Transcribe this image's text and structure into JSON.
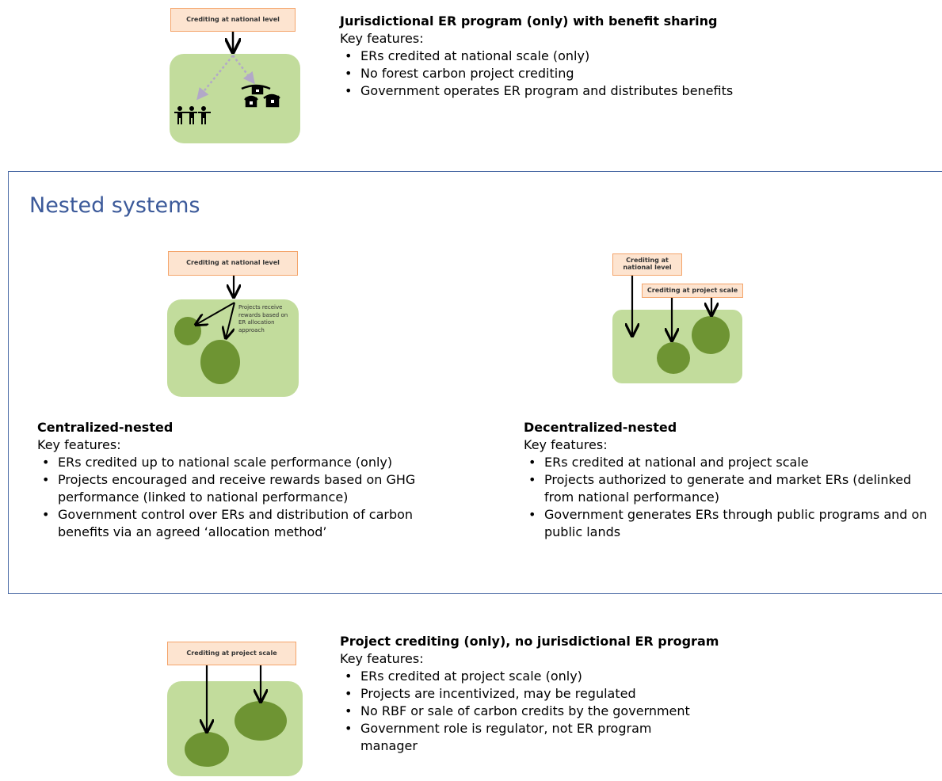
{
  "top": {
    "box_label": "Crediting at national level",
    "heading": "Jurisdictional ER program (only) with benefit sharing",
    "key_features": "Key features:",
    "bullets": [
      "ERs credited at national scale (only)",
      "No forest carbon project crediting",
      "Government operates ER program and distributes benefits"
    ]
  },
  "nested": {
    "title": "Nested systems",
    "centralized": {
      "box_label": "Crediting at national level",
      "annotation": "Projects receive rewards based on ER allocation approach",
      "heading": "Centralized-nested",
      "key_features": "Key features:",
      "bullets": [
        "ERs credited up to national scale performance (only)",
        "Projects encouraged and receive rewards based on GHG performance (linked to national performance)",
        "Government control over ERs and distribution of carbon benefits via an agreed ‘allocation method’"
      ]
    },
    "decentralized": {
      "box_national_label": "Crediting at national level",
      "box_project_label": "Crediting at project scale",
      "heading": "Decentralized-nested",
      "key_features": "Key features:",
      "bullets": [
        "ERs credited at national and project scale",
        "Projects authorized to generate and market ERs (delinked from national performance)",
        "Government generates ERs through public programs and on public lands"
      ]
    }
  },
  "bottom": {
    "box_label": "Crediting at project scale",
    "heading": "Project crediting (only), no jurisdictional ER program",
    "key_features": "Key features:",
    "bullets": [
      "ERs credited at project scale (only)",
      "Projects are incentivized, may be regulated",
      "No RBF or sale of carbon credits by the government",
      "Government role is regulator, not ER program manager"
    ]
  },
  "colors": {
    "panel_green": "#c2dc9c",
    "project_green": "#6e9433",
    "box_fill": "#fde4d0",
    "box_border": "#f4a46a",
    "frame_blue": "#4a6aa5",
    "title_blue": "#3c5a9a"
  },
  "icons": [
    "people-icon",
    "houses-icon"
  ]
}
